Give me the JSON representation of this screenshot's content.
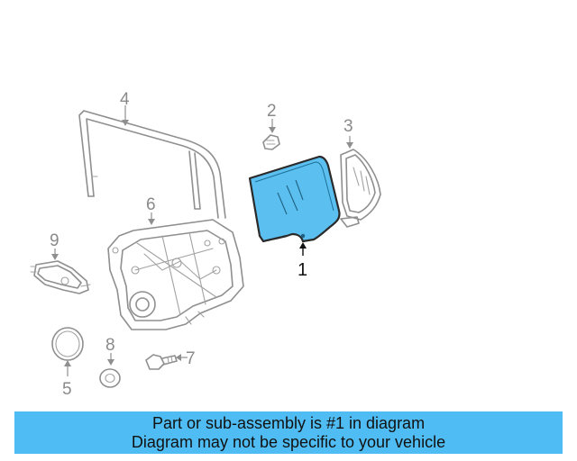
{
  "callouts": {
    "part_1": "1",
    "part_2": "2",
    "part_3": "3",
    "part_4": "4",
    "part_5": "5",
    "part_6": "6",
    "part_7": "7",
    "part_8": "8",
    "part_9": "9"
  },
  "highlight_color": "#5bc0f0",
  "banner": {
    "line1": "Part or sub-assembly is #1 in diagram",
    "line2": "Diagram may not be specific to your vehicle",
    "background": "#4fbdf3"
  }
}
